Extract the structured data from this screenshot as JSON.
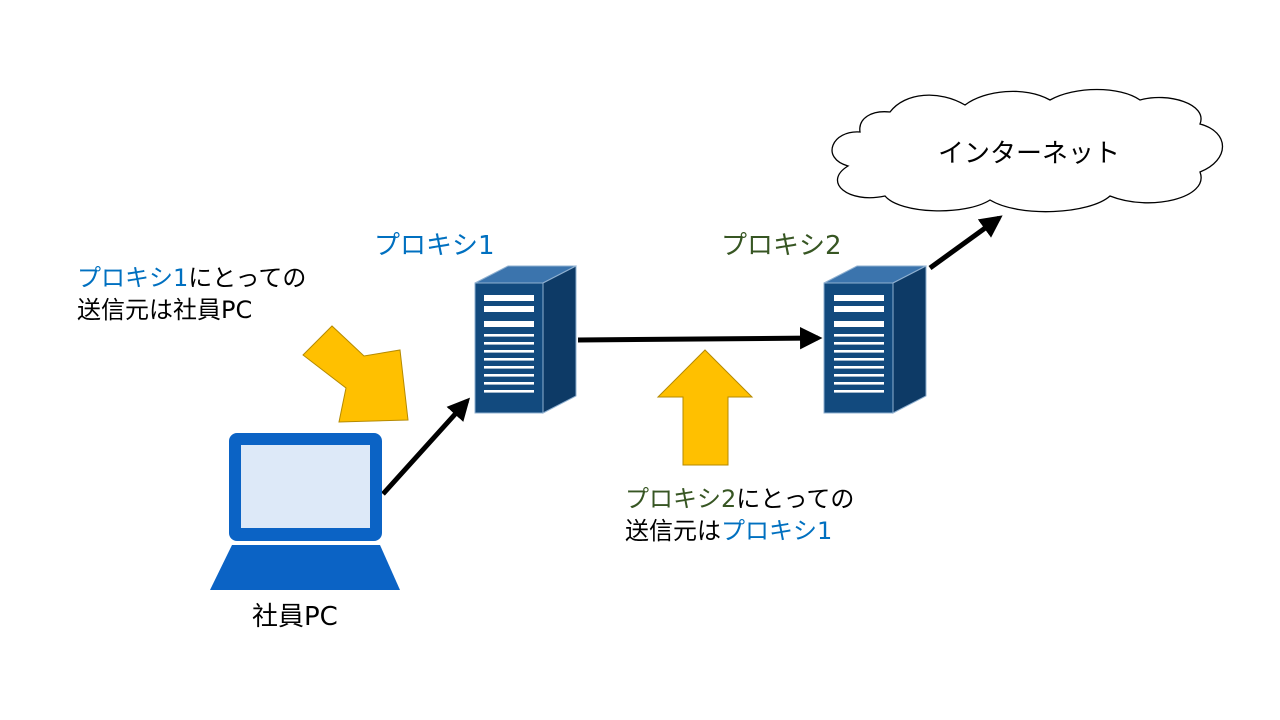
{
  "colors": {
    "proxy1": "#0070c0",
    "proxy2": "#375623",
    "arrow_callout": "#ffc000",
    "device": "#0b63c5",
    "server": "#124a7e"
  },
  "nodes": {
    "internet": {
      "label": "インターネット",
      "shape": "cloud"
    },
    "proxy1": {
      "label": "プロキシ1",
      "icon": "server-icon"
    },
    "proxy2": {
      "label": "プロキシ2",
      "icon": "server-icon"
    },
    "employee_pc": {
      "label": "社員PC",
      "icon": "laptop-icon"
    }
  },
  "notes": {
    "note1": {
      "proxy": "プロキシ1",
      "suffix": "にとっての",
      "line2": "送信元は社員PC"
    },
    "note2": {
      "proxy": "プロキシ2",
      "suffix": "にとっての",
      "line2_prefix": "送信元は",
      "line2_proxy": "プロキシ1"
    }
  },
  "edges": [
    {
      "from": "社員PC",
      "to": "プロキシ1"
    },
    {
      "from": "プロキシ1",
      "to": "プロキシ2"
    },
    {
      "from": "プロキシ2",
      "to": "インターネット"
    }
  ]
}
